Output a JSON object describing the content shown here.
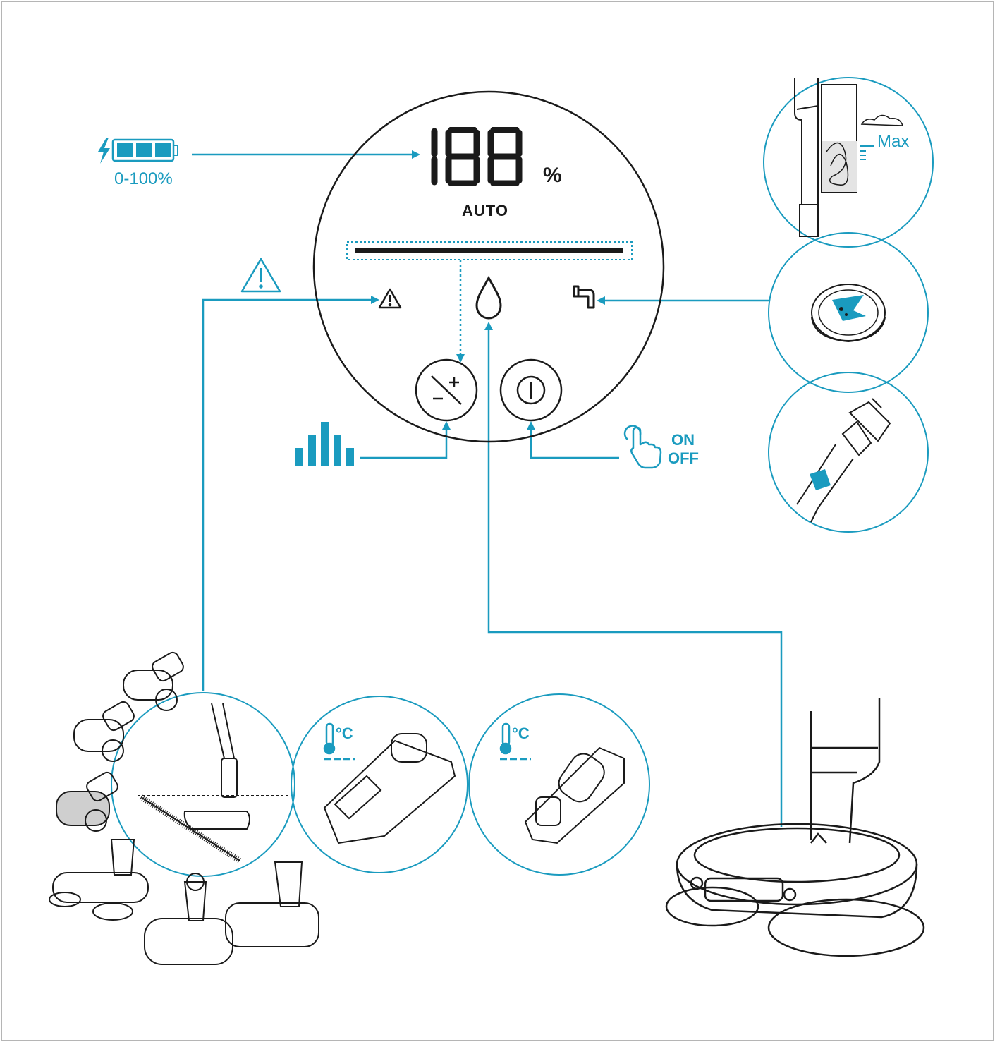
{
  "display": {
    "digits": "188",
    "percent_sign": "%",
    "mode": "AUTO"
  },
  "battery": {
    "range": "0-100%",
    "bars": 3
  },
  "controls": {
    "power_on": "ON",
    "power_off": "OFF"
  },
  "dust_bin": {
    "level_label": "Max"
  },
  "temperature": {
    "unit_1": "°C",
    "unit_2": "°C"
  },
  "colors": {
    "accent": "#1a9bbf",
    "line": "#1a1a1a",
    "frame": "#b5b5b5"
  },
  "icons": [
    "lightning-icon",
    "battery-icon",
    "warning-icon",
    "water-drop-icon",
    "tap-icon",
    "suction-adjust-icon",
    "power-icon",
    "power-level-bars-icon",
    "touch-hand-icon",
    "thermometer-icon"
  ]
}
